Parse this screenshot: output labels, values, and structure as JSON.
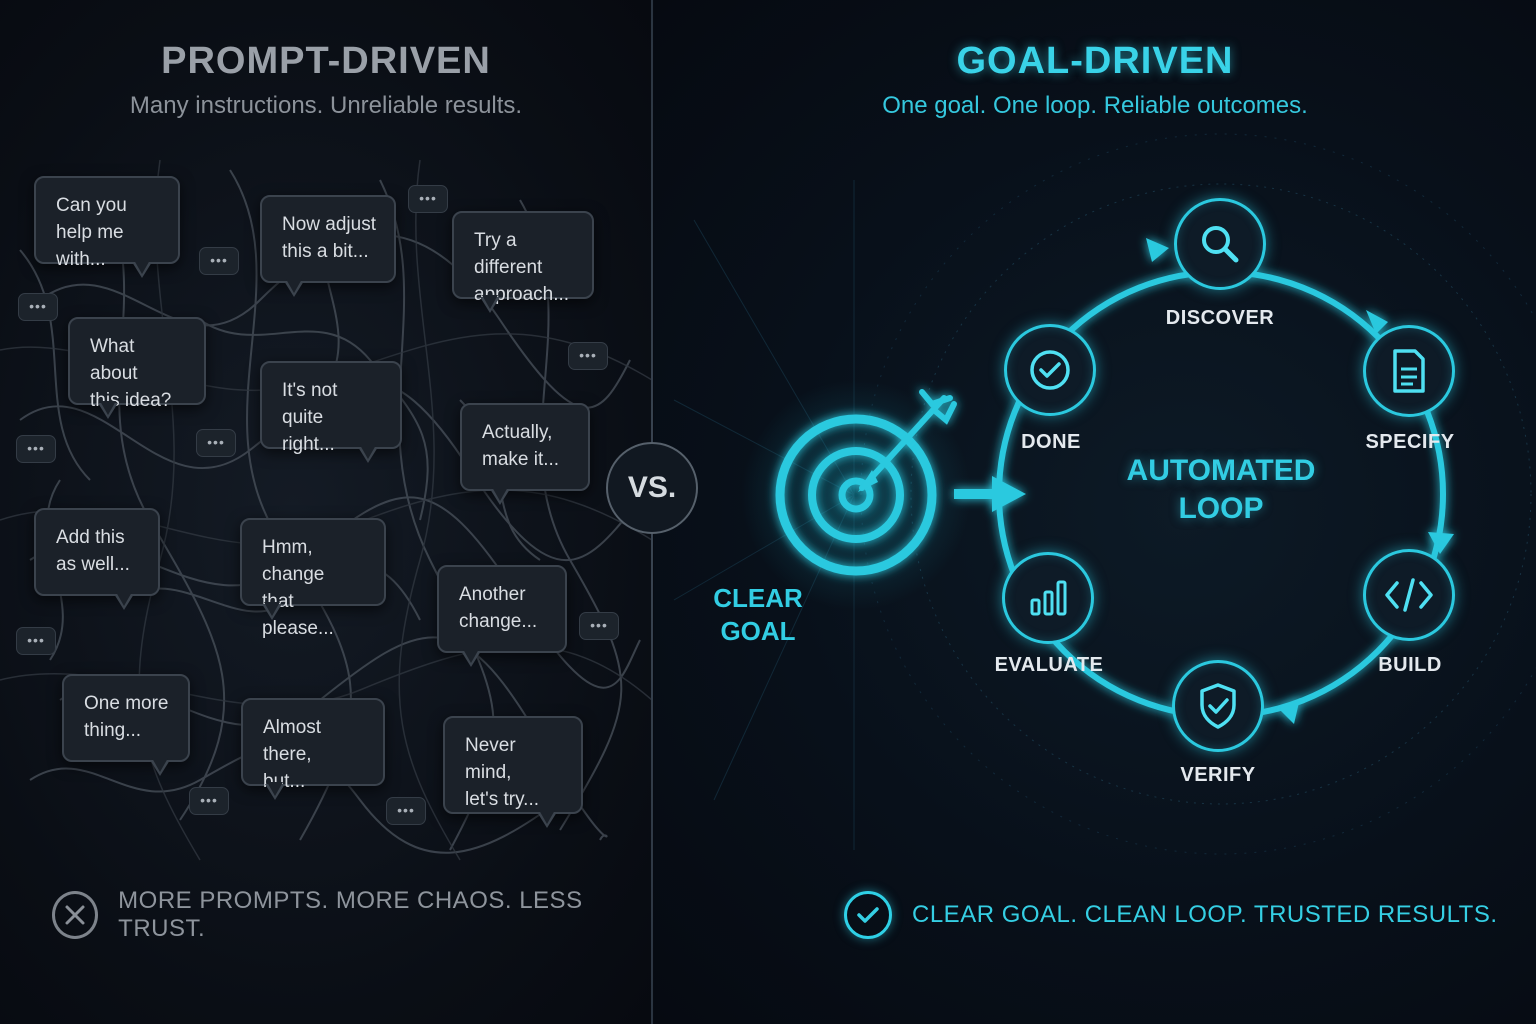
{
  "left": {
    "title": "PROMPT-DRIVEN",
    "subtitle": "Many instructions. Unreliable results.",
    "bubbles": [
      {
        "line1": "Can you",
        "line2": "help me with..."
      },
      {
        "line1": "Now adjust",
        "line2": "this a bit..."
      },
      {
        "line1": "Try a different",
        "line2": "approach..."
      },
      {
        "line1": "What about",
        "line2": "this idea?"
      },
      {
        "line1": "It's not quite",
        "line2": "right..."
      },
      {
        "line1": "Actually,",
        "line2": "make it..."
      },
      {
        "line1": "Add this",
        "line2": "as well..."
      },
      {
        "line1": "Hmm, change",
        "line2": "that please..."
      },
      {
        "line1": "Another",
        "line2": "change..."
      },
      {
        "line1": "One more",
        "line2": "thing..."
      },
      {
        "line1": "Almost there,",
        "line2": "but..."
      },
      {
        "line1": "Never mind,",
        "line2": "let's try..."
      }
    ],
    "dots_text": "•••",
    "footer": "MORE PROMPTS. MORE CHAOS. LESS TRUST.",
    "footer_icon": "x-circle-icon"
  },
  "vs_label": "VS.",
  "right": {
    "title": "GOAL-DRIVEN",
    "subtitle": "One goal. One loop. Reliable outcomes.",
    "goal_label": {
      "line1": "CLEAR",
      "line2": "GOAL"
    },
    "center": {
      "line1": "AUTOMATED",
      "line2": "LOOP"
    },
    "steps": [
      {
        "label": "DISCOVER",
        "icon": "search-icon"
      },
      {
        "label": "SPECIFY",
        "icon": "document-icon"
      },
      {
        "label": "BUILD",
        "icon": "code-icon"
      },
      {
        "label": "VERIFY",
        "icon": "shield-check-icon"
      },
      {
        "label": "EVALUATE",
        "icon": "bar-chart-icon"
      },
      {
        "label": "DONE",
        "icon": "check-circle-icon"
      }
    ],
    "footer": "CLEAR GOAL. CLEAN LOOP. TRUSTED RESULTS.",
    "footer_icon": "check-circle-icon"
  },
  "colors": {
    "accent": "#2bc9df",
    "muted": "#8e949c",
    "bubble_bg": "#1b2129",
    "background": "#070b12"
  }
}
